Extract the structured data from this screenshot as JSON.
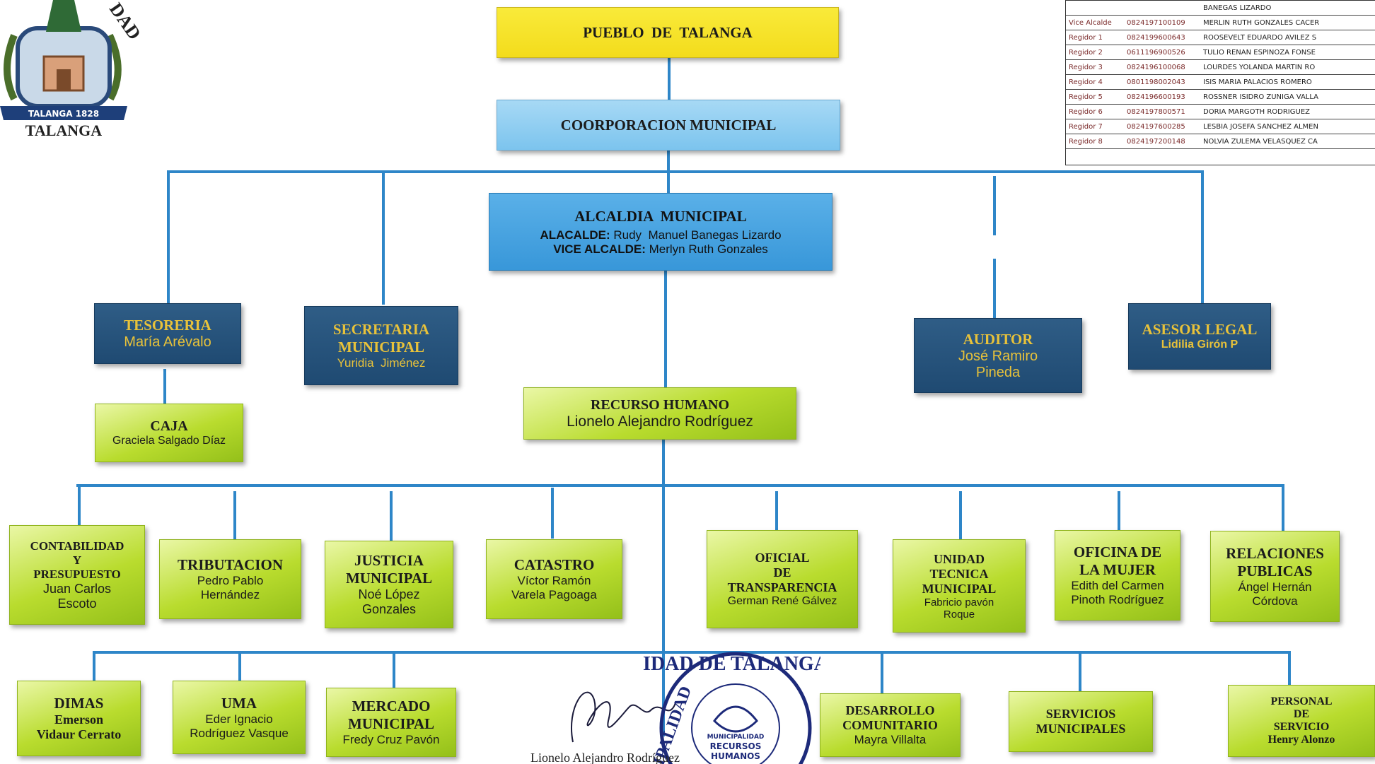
{
  "logo": {
    "text_arc": "DAD",
    "ribbon": "TALANGA 1828",
    "name": "TALANGA"
  },
  "regidores": [
    {
      "cargo": "",
      "id": "",
      "nombre": "BANEGAS LIZARDO"
    },
    {
      "cargo": "Vice Alcalde",
      "id": "0824197100109",
      "nombre": "MERLIN RUTH GONZALES CACER"
    },
    {
      "cargo": "Regidor 1",
      "id": "0824199600643",
      "nombre": "ROOSEVELT EDUARDO AVILEZ S"
    },
    {
      "cargo": "Regidor 2",
      "id": "0611196900526",
      "nombre": "TULIO RENAN ESPINOZA FONSE"
    },
    {
      "cargo": "Regidor 3",
      "id": "0824196100068",
      "nombre": "LOURDES YOLANDA MARTIN RO"
    },
    {
      "cargo": "Regidor 4",
      "id": "0801198002043",
      "nombre": "ISIS MARIA PALACIOS ROMERO"
    },
    {
      "cargo": "Regidor 5",
      "id": "0824196600193",
      "nombre": "ROSSNER ISIDRO ZUNIGA VALLA"
    },
    {
      "cargo": "Regidor 6",
      "id": "0824197800571",
      "nombre": "DORIA MARGOTH RODRIGUEZ"
    },
    {
      "cargo": "Regidor 7",
      "id": "0824197600285",
      "nombre": "LESBIA JOSEFA SANCHEZ ALMEN"
    },
    {
      "cargo": "Regidor 8",
      "id": "0824197200148",
      "nombre": "NOLVIA ZULEMA VELASQUEZ CA"
    }
  ],
  "pueblo": "PUEBLO  DE  TALANGA",
  "corporacion": "COORPORACION MUNICIPAL",
  "alcaldia": {
    "title": "ALCALDIA  MUNICIPAL",
    "alcalde_label": "ALACALDE:",
    "alcalde": " Rudy  Manuel Banegas Lizardo",
    "vice_label": "VICE ALCALDE:",
    "vice": " Merlyn Ruth Gonzales"
  },
  "tesoreria": {
    "title": "TESORERIA",
    "name": "María Arévalo"
  },
  "secretaria": {
    "title1": "SECRETARIA",
    "title2": "MUNICIPAL",
    "name": "Yuridia  Jiménez"
  },
  "auditor": {
    "title": "AUDITOR",
    "name1": "José Ramiro",
    "name2": "Pineda"
  },
  "asesor": {
    "title": "ASESOR LEGAL",
    "name": "Lidilia Girón P"
  },
  "caja": {
    "title": "CAJA",
    "name": "Graciela Salgado Díaz"
  },
  "recurso": {
    "title": "RECURSO HUMANO",
    "name": "Lionelo Alejandro Rodríguez"
  },
  "row1": [
    {
      "t1": "CONTABILIDAD",
      "t2": "Y",
      "t3": "PRESUPUESTO",
      "n1": "Juan Carlos",
      "n2": "Escoto"
    },
    {
      "t1": "TRIBUTACION",
      "n1": "Pedro Pablo",
      "n2": "Hernández"
    },
    {
      "t1": "JUSTICIA",
      "t2": "MUNICIPAL",
      "n1": "Noé López",
      "n2": "Gonzales"
    },
    {
      "t1": "CATASTRO",
      "n1": "Víctor Ramón",
      "n2": "Varela Pagoaga"
    },
    {
      "t1": "OFICIAL",
      "t2": "DE",
      "t3": "TRANSPARENCIA",
      "n1": "German René Gálvez"
    },
    {
      "t1": "UNIDAD",
      "t2": "TECNICA",
      "t3": "MUNICIPAL",
      "n1": "Fabricio pavón",
      "n2": "Roque"
    },
    {
      "t1": "OFICINA DE",
      "t2": "LA MUJER",
      "n1": "Edith del Carmen",
      "n2": "Pinoth Rodríguez"
    },
    {
      "t1": "RELACIONES",
      "t2": "PUBLICAS",
      "n1": "Ángel Hernán",
      "n2": "Córdova"
    }
  ],
  "row2": [
    {
      "t1": "DIMAS",
      "t2": "Emerson",
      "t3": "Vidaur Cerrato"
    },
    {
      "t1": "UMA",
      "n1": "Eder Ignacio",
      "n2": "Rodríguez Vasque"
    },
    {
      "t1": "MERCADO",
      "t2": "MUNICIPAL",
      "n1": "Fredy Cruz Pavón"
    },
    {
      "t1": "DESARROLLO",
      "t2": "COMUNITARIO",
      "n1": "Mayra Villalta"
    },
    {
      "t1": "SERVICIOS",
      "t2": "MUNICIPALES"
    },
    {
      "t1": "PERSONAL",
      "t2": "DE",
      "t3": "SERVICIO",
      "t4": "Henry Alonzo"
    }
  ],
  "stamp": {
    "top": "IDAD DE TALANGA",
    "left": "NICIPALIDAD",
    "inner1": "MUNICIPALIDAD",
    "inner2": "RECURSOS",
    "inner3": "HUMANOS"
  },
  "signature_name": "Lionelo Alejandro Rodríguez",
  "colors": {
    "line": "#2e86c8",
    "yellow": "#f5e02a",
    "green": "#b9dc2e",
    "dark_blue": "#1f4a72"
  }
}
